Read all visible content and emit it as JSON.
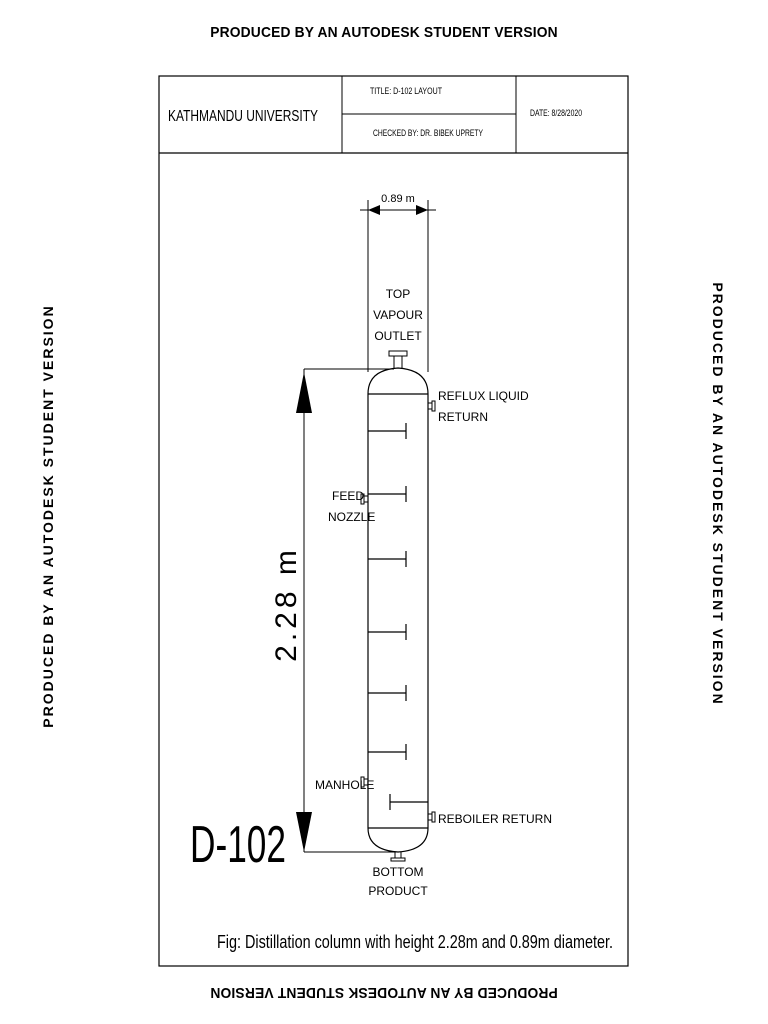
{
  "watermark": {
    "text": "PRODUCED BY AN AUTODESK STUDENT VERSION"
  },
  "title_block": {
    "institution": "KATHMANDU UNIVERSITY",
    "title": "TITLE: D-102 LAYOUT",
    "checked_by": "CHECKED BY: DR. BIBEK UPRETY",
    "date": "DATE: 8/28/2020"
  },
  "drawing": {
    "width_dimension": "0.89 m",
    "height_dimension": "2.28 m",
    "tag": "D-102",
    "labels": {
      "top_vapour_1": "TOP",
      "top_vapour_2": "VAPOUR",
      "top_vapour_3": "OUTLET",
      "reflux_1": "REFLUX LIQUID",
      "reflux_2": "RETURN",
      "feed_1": "FEED",
      "feed_2": "NOZZLE",
      "manhole": "MANHOLE",
      "reboiler": "REBOILER RETURN",
      "bottom_1": "BOTTOM",
      "bottom_2": "PRODUCT"
    },
    "caption": "Fig: Distillation column with height 2.28m and 0.89m diameter."
  }
}
